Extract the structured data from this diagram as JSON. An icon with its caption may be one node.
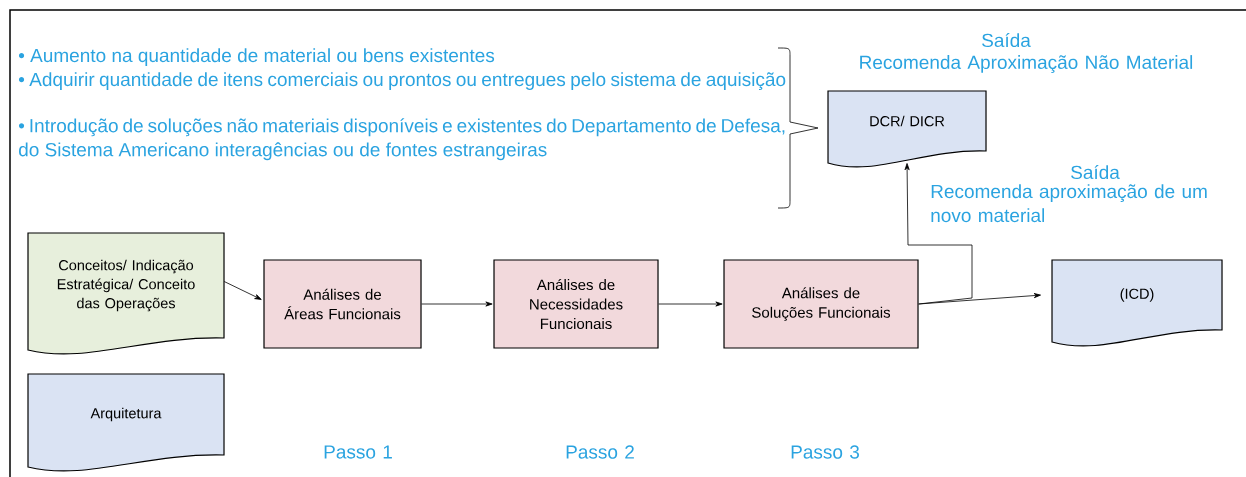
{
  "diagram": {
    "nodes": [
      {
        "text": [
          "Conceitos/ Indicação Estratégica/ Conceito das Operações"
        ]
      },
      {
        "text": [
          "Arquitetura"
        ]
      },
      {
        "text": [
          "Análises de Áreas Funcionais"
        ]
      },
      {
        "text": [
          "Análises de Necessidades Funcionais"
        ]
      },
      {
        "text": [
          "Análises de Soluções Funcionais"
        ]
      },
      {
        "text": [
          "DCR/ DICR"
        ]
      },
      {
        "text": [
          "(ICD)"
        ]
      }
    ],
    "edges": [
      {
        "from": 0,
        "to": 2,
        "arrow": "to"
      },
      {
        "from": 2,
        "to": 3,
        "arrow": "to"
      },
      {
        "from": 3,
        "to": 4,
        "arrow": "to"
      },
      {
        "from": 4,
        "to": 6,
        "arrow": "to"
      },
      {
        "from": 4,
        "to": 5,
        "arrow": "to"
      }
    ],
    "labels": [
      "• Aumento na quantidade de material ou bens existentes",
      "• Adquirir quantidade de itens comerciais ou prontos ou entregues pelo sistema de aquisição",
      "• Introdução de soluções não materiais disponíveis e existentes do Departamento de Defesa, do Sistema Americano interagências ou de fontes estrangeiras",
      "Saída",
      "Recomenda Aproximação Não Material",
      "Saída",
      "Recomenda aproximação de um novo material",
      "Passo 1",
      "Passo 2",
      "Passo 3"
    ]
  }
}
